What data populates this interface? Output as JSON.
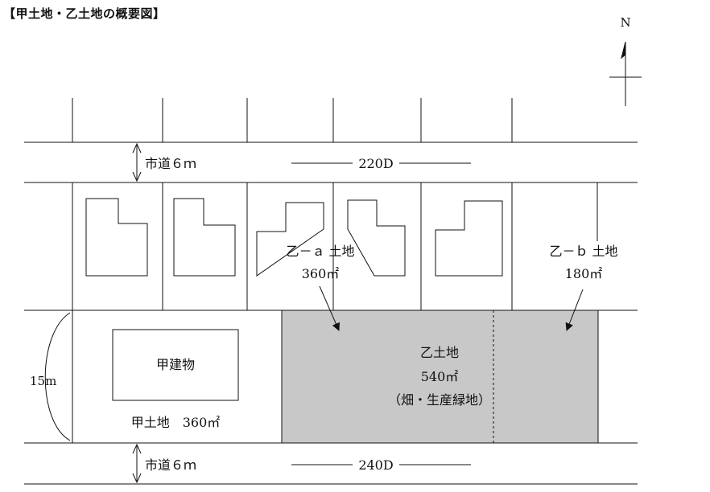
{
  "title": "【甲土地・乙土地の概要図】",
  "north": "N",
  "road_top": {
    "label": "市道６ｍ",
    "route_price": "220D"
  },
  "road_bottom": {
    "label": "市道６ｍ",
    "route_price": "240D"
  },
  "depth": "15m",
  "building_a": "甲建物",
  "land_a": "甲土地　360㎡",
  "land_b": {
    "name": "乙土地",
    "area": "540㎡",
    "note": "（畑・生産緑地）"
  },
  "land_b_a": {
    "name": "乙－ａ 土地",
    "area": "360㎡"
  },
  "land_b_b": {
    "name": "乙－ｂ 土地",
    "area": "180㎡"
  },
  "colors": {
    "land_b_fill": "#c8c8c8",
    "line": "#111111"
  }
}
